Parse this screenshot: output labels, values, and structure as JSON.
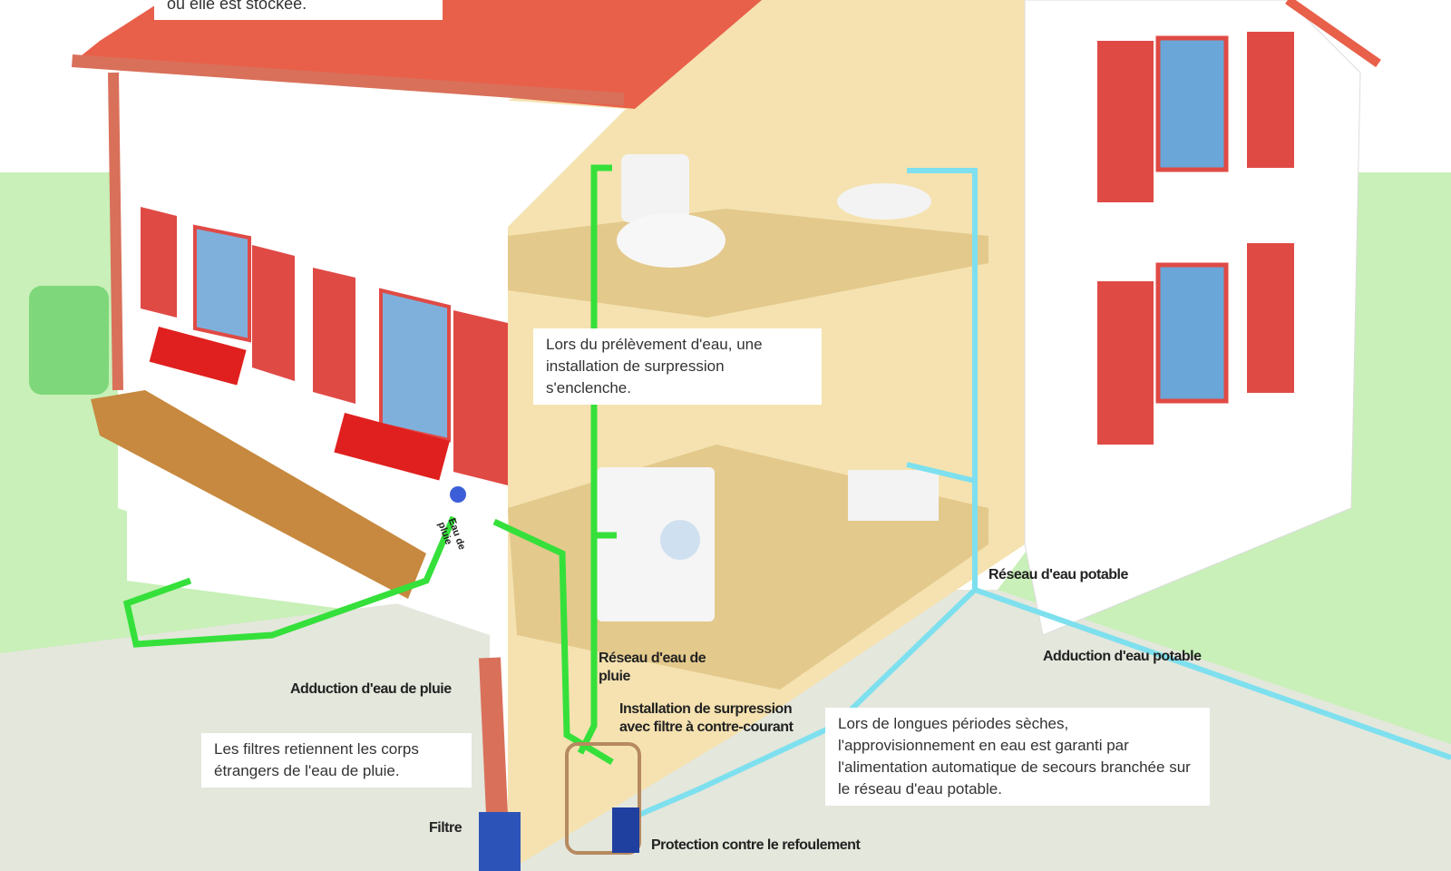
{
  "colors": {
    "roof": "#e8604a",
    "wall": "#ffffff",
    "interior": "#f5e2b0",
    "floor": "#e3c98c",
    "grass": "#c8f0b8",
    "rain_pipe": "#35e03a",
    "potable_pipe": "#7ee0ee",
    "shutter": "#e04a45"
  },
  "callouts": {
    "roof_storage": "ou elle est stockée.",
    "pressure": "Lors du prélèvement d'eau, une installation de surpression s'enclenche.",
    "filters": "Les filtres retiennent les corps étrangers de l'eau de pluie.",
    "backup": "Lors de longues périodes sèches, l'approvisionnement en eau est garanti par l'alimentation automatique de secours branchée sur le réseau d'eau potable."
  },
  "labels": {
    "tap": "Eau de pluie",
    "potable_network": "Réseau d'eau potable",
    "potable_supply": "Adduction d'eau potable",
    "rain_network": "Réseau d'eau de pluie",
    "rain_supply": "Adduction d'eau de pluie",
    "pressure_unit": "Installation de surpression avec filtre à contre-courant",
    "filter": "Filtre",
    "backflow": "Protection contre le refoulement"
  }
}
